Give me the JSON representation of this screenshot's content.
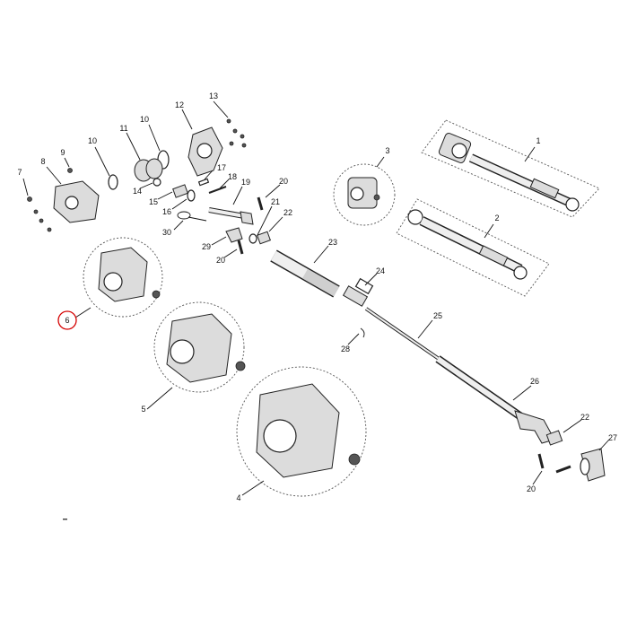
{
  "callouts": {
    "c1": "1",
    "c2": "2",
    "c3": "3",
    "c4": "4",
    "c5": "5",
    "c6": "6",
    "c7": "7",
    "c8": "8",
    "c9": "9",
    "c10a": "10",
    "c10b": "10",
    "c11": "11",
    "c12": "12",
    "c13": "13",
    "c14": "14",
    "c15": "15",
    "c16": "16",
    "c17": "17",
    "c18": "18",
    "c19": "19",
    "c20a": "20",
    "c20b": "20",
    "c20c": "20",
    "c21": "21",
    "c22a": "22",
    "c22b": "22",
    "c23": "23",
    "c24": "24",
    "c25": "25",
    "c26": "26",
    "c27": "27",
    "c28": "28",
    "c29": "29",
    "c30": "30"
  },
  "highlight_color": "#d40000",
  "highlighted_callout": "6"
}
